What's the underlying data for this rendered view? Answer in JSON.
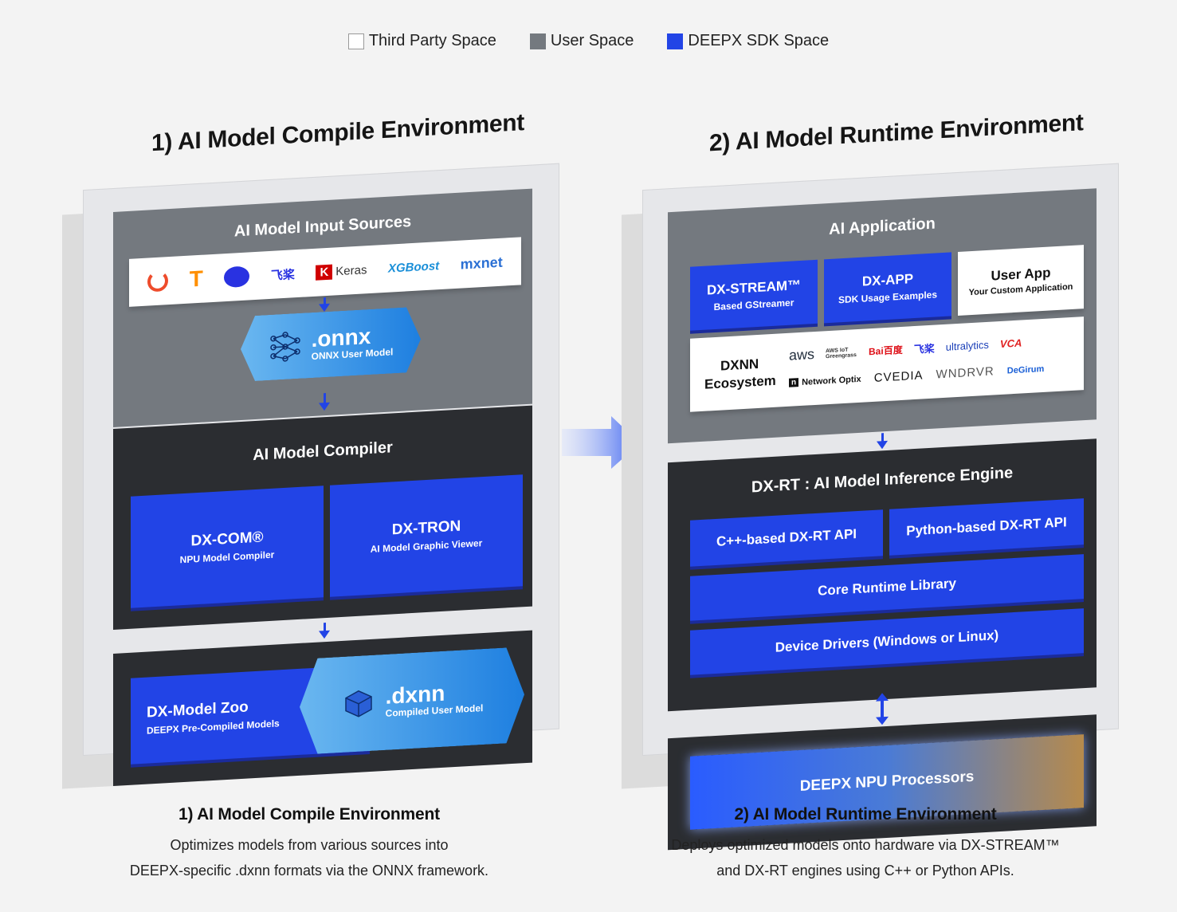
{
  "legend": [
    {
      "label": "Third Party Space",
      "color": "#ffffff"
    },
    {
      "label": "User Space",
      "color": "#74797f"
    },
    {
      "label": "DEEPX SDK Space",
      "color": "#2244e6"
    }
  ],
  "compile": {
    "title": "1) AI Model Compile Environment",
    "input_sources_label": "AI Model Input Sources",
    "input_logos": [
      "pytorch-logo",
      "tensorflow-logo",
      "paddle-logo",
      "飞桨",
      "Keras",
      "XGBoost",
      "mxnet"
    ],
    "onnx": {
      "big": ".onnx",
      "small": "ONNX User Model"
    },
    "compiler_label": "AI Model Compiler",
    "dxcom": {
      "main": "DX-COM®",
      "sub": "NPU Model Compiler"
    },
    "dxtron": {
      "main": "DX-TRON",
      "sub": "AI Model Graphic Viewer"
    },
    "modelzoo": {
      "main": "DX-Model Zoo",
      "sub": "DEEPX Pre-Compiled Models"
    },
    "dxnn": {
      "big": ".dxnn",
      "small": "Compiled User Model"
    }
  },
  "runtime": {
    "title": "2) AI Model Runtime Environment",
    "app_label": "AI Application",
    "dxstream": {
      "main": "DX-STREAM™",
      "sub": "Based GStreamer"
    },
    "dxapp": {
      "main": "DX-APP",
      "sub": "SDK Usage Examples"
    },
    "userapp": {
      "main": "User App",
      "sub": "Your Custom Application"
    },
    "ecosystem_label_1": "DXNN",
    "ecosystem_label_2": "Ecosystem",
    "eco_logos_row1": [
      "aws",
      "AWS IoT Greengrass",
      "Bai百度",
      "飞桨",
      "ultralytics",
      "VCA"
    ],
    "eco_logos_row2": [
      "Network Optix",
      "CVEDIA",
      "WNDRVR",
      "DeGirum"
    ],
    "engine_label": "DX-RT : AI Model Inference Engine",
    "cpp_api": "C++-based DX-RT API",
    "python_api": "Python-based DX-RT API",
    "core_lib": "Core Runtime Library",
    "drivers": "Device Drivers (Windows or Linux)",
    "npu": "DEEPX NPU Processors"
  },
  "captions": {
    "left_title": "1) AI Model Compile Environment",
    "left_line1": "Optimizes models from various sources into",
    "left_line2": "DEEPX-specific .dxnn formats via the ONNX framework.",
    "right_title": "2) AI Model Runtime Environment",
    "right_line1": "Deploys optimized models onto hardware via DX-STREAM™",
    "right_line2": "and DX-RT engines using C++ or Python APIs."
  }
}
